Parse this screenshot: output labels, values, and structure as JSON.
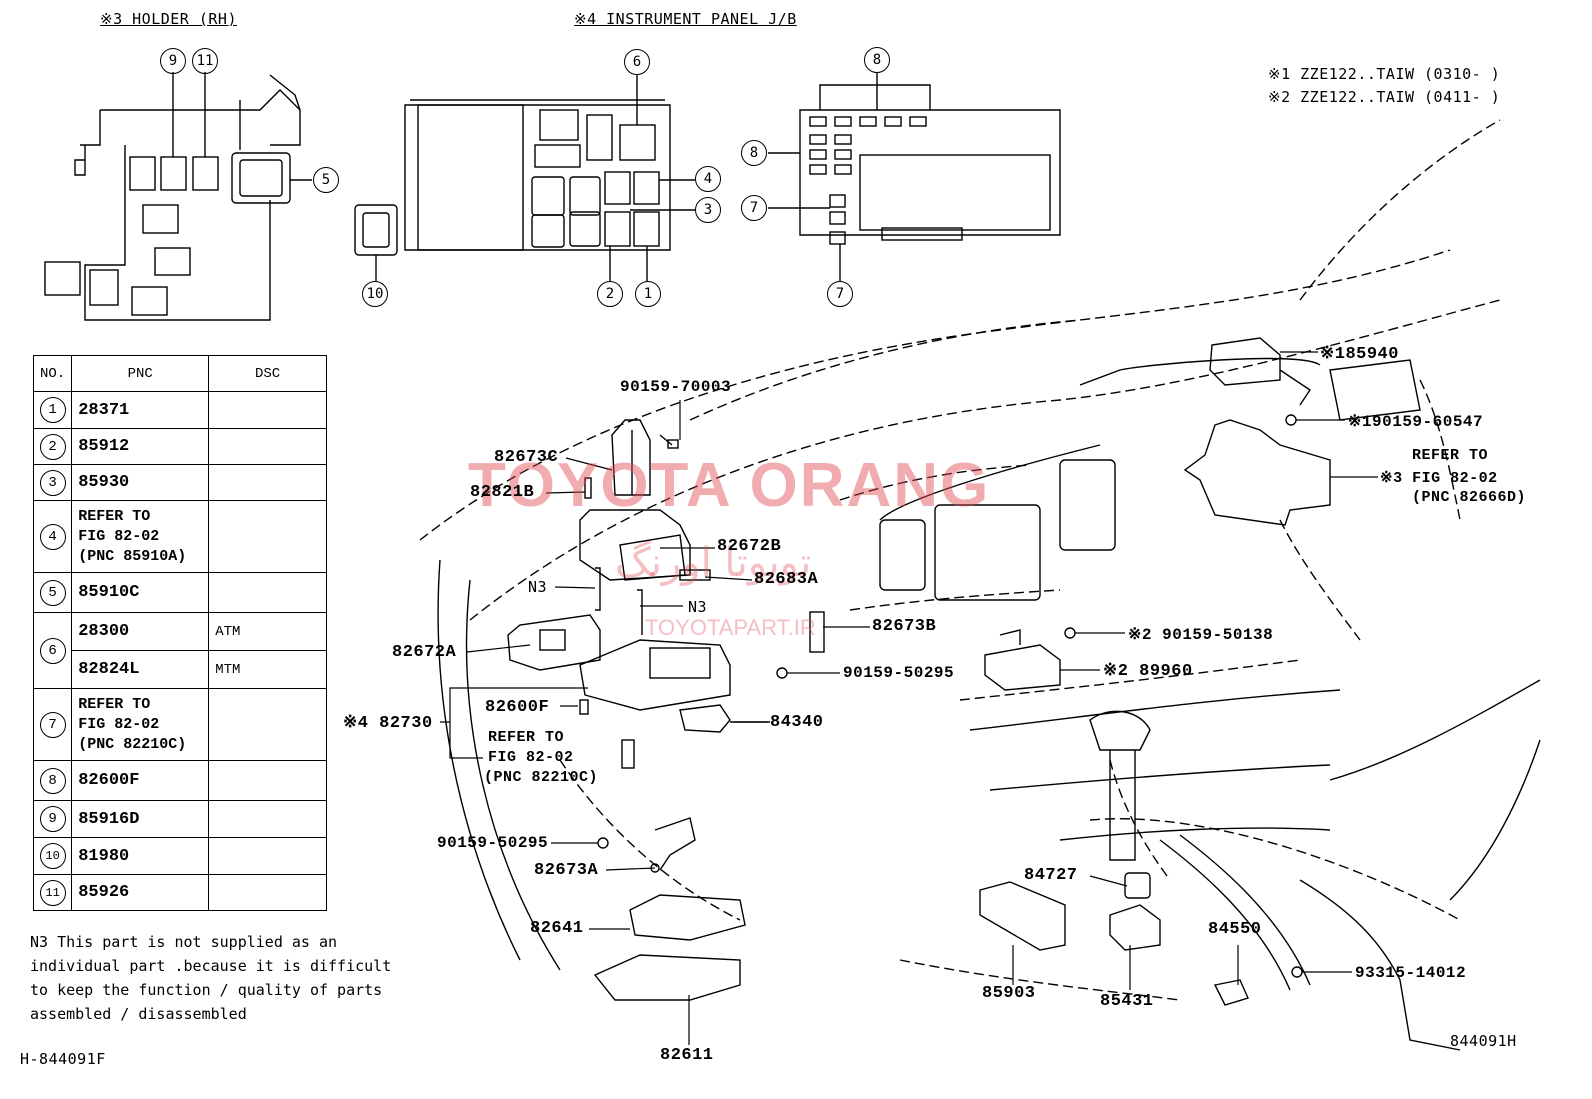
{
  "headers": {
    "holder_rh": "※3 HOLDER (RH)",
    "instrument_panel_jb": "※4 INSTRUMENT PANEL J/B"
  },
  "legend_notes": {
    "note1": "※1  ZZE122..TAIW (0310-     )",
    "note2": "※2  ZZE122..TAIW (0411-     )"
  },
  "table": {
    "headers": [
      "NO.",
      "PNC",
      "DSC"
    ],
    "rows": [
      {
        "no": "1",
        "pnc": [
          "28371"
        ],
        "dsc": [
          ""
        ]
      },
      {
        "no": "2",
        "pnc": [
          "85912"
        ],
        "dsc": [
          ""
        ]
      },
      {
        "no": "3",
        "pnc": [
          "85930"
        ],
        "dsc": [
          ""
        ]
      },
      {
        "no": "4",
        "pnc": [
          "REFER TO",
          "FIG 82-02",
          "(PNC 85910A)"
        ],
        "dsc": [
          ""
        ]
      },
      {
        "no": "5",
        "pnc": [
          "85910C"
        ],
        "dsc": [
          ""
        ]
      },
      {
        "no": "6",
        "pnc": [
          "28300",
          "82824L"
        ],
        "dsc": [
          "ATM",
          "MTM"
        ]
      },
      {
        "no": "7",
        "pnc": [
          "REFER TO",
          "FIG 82-02",
          "(PNC 82210C)"
        ],
        "dsc": [
          ""
        ]
      },
      {
        "no": "8",
        "pnc": [
          "82600F"
        ],
        "dsc": [
          ""
        ]
      },
      {
        "no": "9",
        "pnc": [
          "85916D"
        ],
        "dsc": [
          ""
        ]
      },
      {
        "no": "10",
        "pnc": [
          "81980"
        ],
        "dsc": [
          ""
        ]
      },
      {
        "no": "11",
        "pnc": [
          "85926"
        ],
        "dsc": [
          ""
        ]
      }
    ]
  },
  "footnote": [
    "N3 This part is not supplied as an",
    "individual part .because it is difficult",
    "to keep the function / quality of parts",
    "assembled / disassembled"
  ],
  "callout_numbers": {
    "c9": "9",
    "c11": "11",
    "c5": "5",
    "c6": "6",
    "c4": "4",
    "c3": "3",
    "c2": "2",
    "c1": "1",
    "c10": "10",
    "c8a": "8",
    "c8b": "8",
    "c7a": "7",
    "c7b": "7"
  },
  "labels": {
    "p90159_70003": "90159-70003",
    "p82673C": "82673C",
    "p82821B": "82821B",
    "p82672B": "82672B",
    "p82683A": "82683A",
    "n3a": "N3",
    "n3b": "N3",
    "p82672A": "82672A",
    "p82673B": "82673B",
    "p90159_50295a": "90159-50295",
    "p82730": "※4 82730",
    "p82600F": "82600F",
    "refer_a1": "REFER TO",
    "refer_a2": "FIG 82-02",
    "refer_a3": "(PNC 82210C)",
    "p84340": "84340",
    "p90159_50295b": "90159-50295",
    "p82673A": "82673A",
    "p82641": "82641",
    "p82611": "82611",
    "p85940": "※185940",
    "p90159_60547": "※190159-60547",
    "refer_b1": "REFER TO",
    "refer_b2": "※3 FIG 82-02",
    "refer_b3": "(PNC 82666D)",
    "p90159_50138": "※2 90159-50138",
    "p89960": "※2 89960",
    "p84727": "84727",
    "p85903": "85903",
    "p85431": "85431",
    "p84550": "84550",
    "p93315_14012": "93315-14012"
  },
  "codes": {
    "bottom_left": "H-844091F",
    "bottom_right": "844091H"
  },
  "watermark": {
    "main": "TOYOTA ORANG",
    "arabic": "تويوتا اورنگ",
    "site": "TOYOTAPART.IR"
  }
}
